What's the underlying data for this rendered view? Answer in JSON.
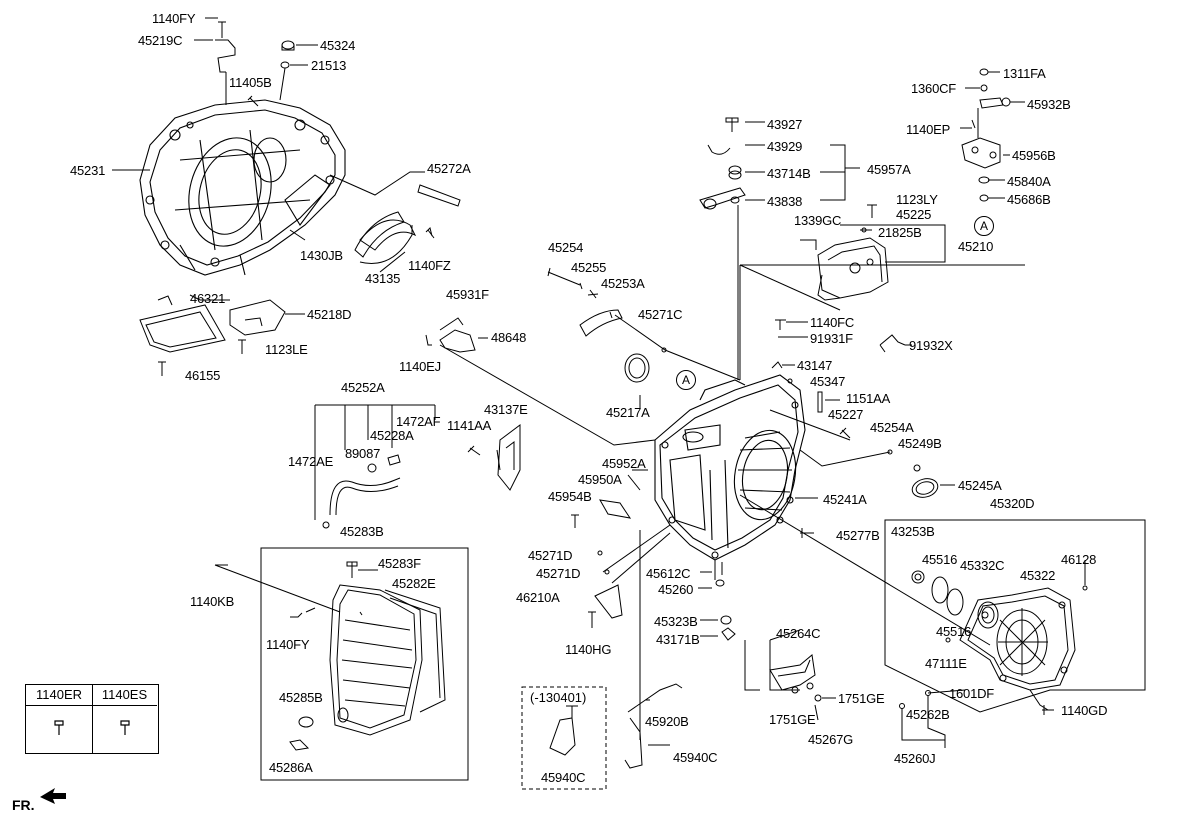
{
  "labels": [
    {
      "id": "p1140FY_top",
      "text": "1140FY"
    },
    {
      "id": "p45219C",
      "text": "45219C"
    },
    {
      "id": "p45324",
      "text": "45324"
    },
    {
      "id": "p21513",
      "text": "21513"
    },
    {
      "id": "p11405B",
      "text": "11405B"
    },
    {
      "id": "p45231",
      "text": "45231"
    },
    {
      "id": "p45272A",
      "text": "45272A"
    },
    {
      "id": "p1430JB",
      "text": "1430JB"
    },
    {
      "id": "p1140FZ",
      "text": "1140FZ"
    },
    {
      "id": "p43135",
      "text": "43135"
    },
    {
      "id": "p46321",
      "text": "46321"
    },
    {
      "id": "p45218D",
      "text": "45218D"
    },
    {
      "id": "p1123LE",
      "text": "1123LE"
    },
    {
      "id": "p46155",
      "text": "46155"
    },
    {
      "id": "p45931F",
      "text": "45931F"
    },
    {
      "id": "p48648",
      "text": "48648"
    },
    {
      "id": "p1140EJ",
      "text": "1140EJ"
    },
    {
      "id": "p45254",
      "text": "45254"
    },
    {
      "id": "p45255",
      "text": "45255"
    },
    {
      "id": "p45253A",
      "text": "45253A"
    },
    {
      "id": "p45271C",
      "text": "45271C"
    },
    {
      "id": "p43927",
      "text": "43927"
    },
    {
      "id": "p43929",
      "text": "43929"
    },
    {
      "id": "p43714B",
      "text": "43714B"
    },
    {
      "id": "p43838",
      "text": "43838"
    },
    {
      "id": "p45957A",
      "text": "45957A"
    },
    {
      "id": "p1311FA",
      "text": "1311FA"
    },
    {
      "id": "p1360CF",
      "text": "1360CF"
    },
    {
      "id": "p45932B",
      "text": "45932B"
    },
    {
      "id": "p1140EP",
      "text": "1140EP"
    },
    {
      "id": "p45956B",
      "text": "45956B"
    },
    {
      "id": "p45840A",
      "text": "45840A"
    },
    {
      "id": "p45686B",
      "text": "45686B"
    },
    {
      "id": "p1123LY",
      "text": "1123LY"
    },
    {
      "id": "p45225",
      "text": "45225"
    },
    {
      "id": "p1339GC",
      "text": "1339GC"
    },
    {
      "id": "p21825B",
      "text": "21825B"
    },
    {
      "id": "p45210",
      "text": "45210"
    },
    {
      "id": "p1140FC",
      "text": "1140FC"
    },
    {
      "id": "p91931F",
      "text": "91931F"
    },
    {
      "id": "p91932X",
      "text": "91932X"
    },
    {
      "id": "p43147",
      "text": "43147"
    },
    {
      "id": "p45347",
      "text": "45347"
    },
    {
      "id": "p1151AA",
      "text": "1151AA"
    },
    {
      "id": "p45227",
      "text": "45227"
    },
    {
      "id": "p45254A",
      "text": "45254A"
    },
    {
      "id": "p45249B",
      "text": "45249B"
    },
    {
      "id": "p45245A",
      "text": "45245A"
    },
    {
      "id": "p45241A",
      "text": "45241A"
    },
    {
      "id": "p45217A",
      "text": "45217A"
    },
    {
      "id": "p45252A",
      "text": "45252A"
    },
    {
      "id": "p1472AF",
      "text": "1472AF"
    },
    {
      "id": "p45228A",
      "text": "45228A"
    },
    {
      "id": "p89087",
      "text": "89087"
    },
    {
      "id": "p1472AE",
      "text": "1472AE"
    },
    {
      "id": "p1141AA",
      "text": "1141AA"
    },
    {
      "id": "p43137E",
      "text": "43137E"
    },
    {
      "id": "p45952A",
      "text": "45952A"
    },
    {
      "id": "p45950A",
      "text": "45950A"
    },
    {
      "id": "p45954B",
      "text": "45954B"
    },
    {
      "id": "p45283B",
      "text": "45283B"
    },
    {
      "id": "p45283F",
      "text": "45283F"
    },
    {
      "id": "p45282E",
      "text": "45282E"
    },
    {
      "id": "p1140KB",
      "text": "1140KB"
    },
    {
      "id": "p1140FY_low",
      "text": "1140FY"
    },
    {
      "id": "p45285B",
      "text": "45285B"
    },
    {
      "id": "p45286A",
      "text": "45286A"
    },
    {
      "id": "p45271D_a",
      "text": "45271D"
    },
    {
      "id": "p45271D_b",
      "text": "45271D"
    },
    {
      "id": "p45612C",
      "text": "45612C"
    },
    {
      "id": "p45260_mid",
      "text": "45260"
    },
    {
      "id": "p46210A",
      "text": "46210A"
    },
    {
      "id": "p45323B",
      "text": "45323B"
    },
    {
      "id": "p43171B",
      "text": "43171B"
    },
    {
      "id": "p1140HG",
      "text": "1140HG"
    },
    {
      "id": "p45277B",
      "text": "45277B"
    },
    {
      "id": "p45320D",
      "text": "45320D"
    },
    {
      "id": "p43253B",
      "text": "43253B"
    },
    {
      "id": "p45516_a",
      "text": "45516"
    },
    {
      "id": "p45332C",
      "text": "45332C"
    },
    {
      "id": "p46128",
      "text": "46128"
    },
    {
      "id": "p45322",
      "text": "45322"
    },
    {
      "id": "p45516_b",
      "text": "45516"
    },
    {
      "id": "p47111E",
      "text": "47111E"
    },
    {
      "id": "p1601DF",
      "text": "1601DF"
    },
    {
      "id": "p45264C",
      "text": "45264C"
    },
    {
      "id": "p1751GE_r",
      "text": "1751GE"
    },
    {
      "id": "p1751GE_l",
      "text": "1751GE"
    },
    {
      "id": "p45267G",
      "text": "45267G"
    },
    {
      "id": "p45920B",
      "text": "45920B"
    },
    {
      "id": "p45940C_r",
      "text": "45940C"
    },
    {
      "id": "p45940C_box",
      "text": "45940C"
    },
    {
      "id": "p45262B",
      "text": "45262B"
    },
    {
      "id": "p45260J",
      "text": "45260J"
    },
    {
      "id": "p1140GD",
      "text": "1140GD"
    }
  ],
  "note": "(-130401)",
  "circle_a": "A",
  "table": {
    "col1": "1140ER",
    "col2": "1140ES"
  },
  "fr": "FR."
}
